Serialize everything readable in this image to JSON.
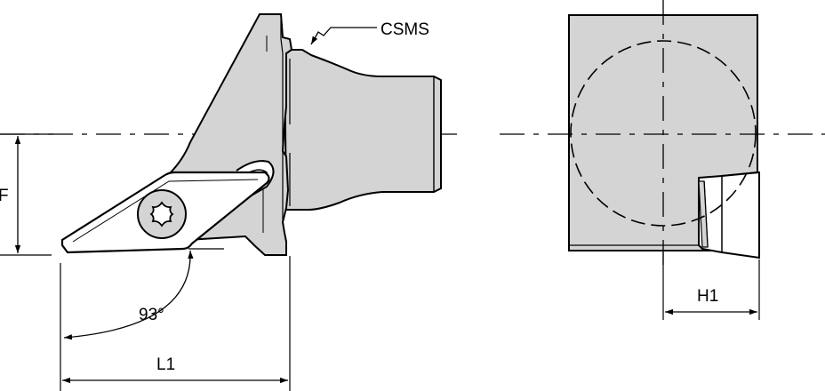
{
  "labels": {
    "csms": "CSMS",
    "f": "F",
    "angle": "93°",
    "l1": "L1",
    "h1": "H1"
  },
  "colors": {
    "body_fill": "#d4d4d4",
    "insert_fill": "#ffffff",
    "line": "#000000",
    "background": "#ffffff"
  }
}
